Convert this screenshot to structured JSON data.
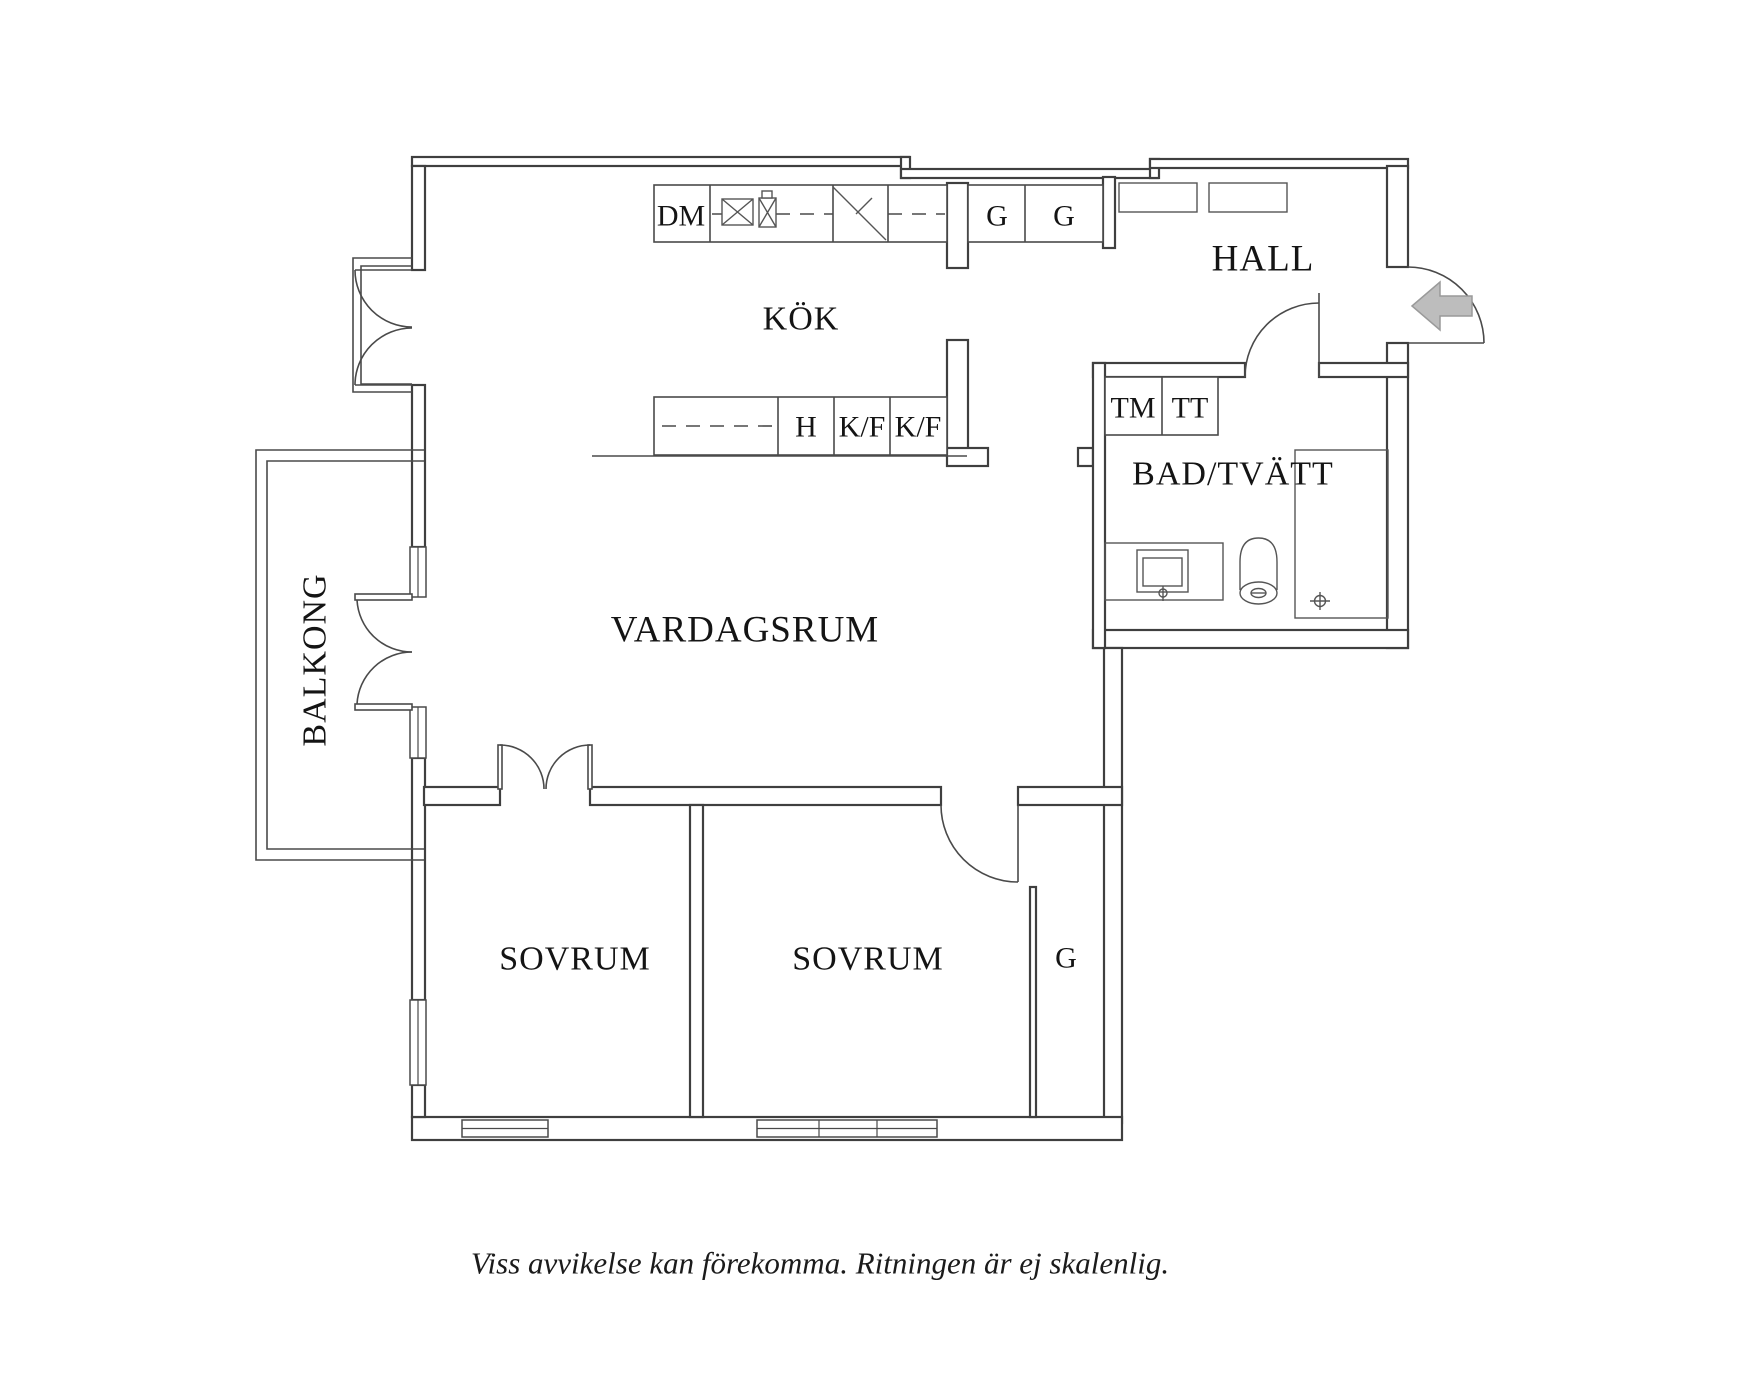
{
  "document": {
    "kind": "apartment-floor-plan",
    "language": "sv"
  },
  "rooms": {
    "kok": "KÖK",
    "hall": "HALL",
    "bad_tvatt": "BAD/TVÄTT",
    "vardagsrum": "VARDAGSRUM",
    "balkong": "BALKONG",
    "sovrum_left": "SOVRUM",
    "sovrum_right": "SOVRUM"
  },
  "closets": {
    "g_hall_1": "G",
    "g_hall_2": "G",
    "g_bedroom": "G"
  },
  "appliances": {
    "dm": "DM",
    "tm": "TM",
    "tt": "TT",
    "h": "H",
    "kf_1": "K/F",
    "kf_2": "K/F"
  },
  "icons": {
    "entry_arrow": "entry-direction-arrow",
    "sink": "kitchen-sink-symbol",
    "stove": "stove-symbol",
    "toilet": "toilet-symbol",
    "washbasin": "washbasin-symbol",
    "shower": "shower-symbol"
  },
  "caption": "Viss avvikelse kan förekomma. Ritningen är ej skalenlig.",
  "colors": {
    "background": "#ffffff",
    "wall_line": "#3f3f3f",
    "fixture_line": "#555555",
    "text": "#141414",
    "entry_arrow_fill": "#bdbdbd",
    "entry_arrow_stroke": "#9a9a9a"
  }
}
